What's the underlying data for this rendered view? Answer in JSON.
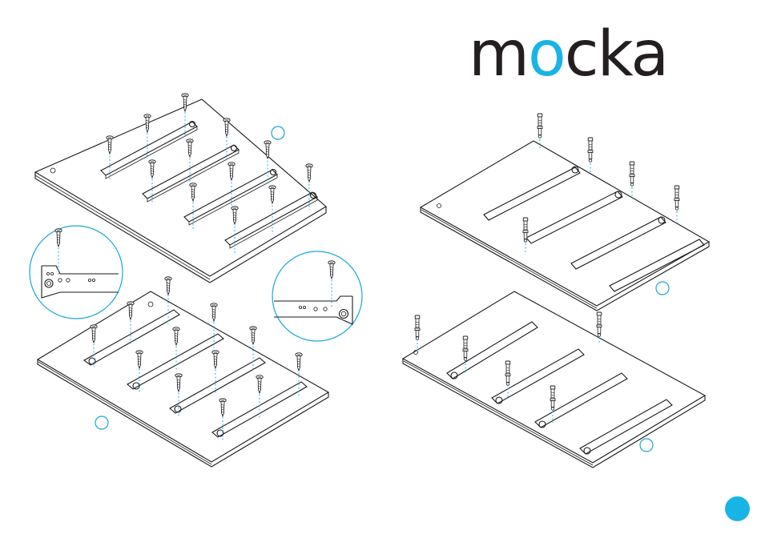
{
  "brand": {
    "logo_text_left": "m",
    "logo_text_o": "o",
    "logo_text_right": "cka",
    "color_text": "#231f20",
    "color_accent": "#19b4e6"
  },
  "guide_color": "#18a6d9",
  "icons": {
    "screw": "screw-icon",
    "cam-bolt": "cam-bolt-icon",
    "page-marker": "page-marker-dot"
  },
  "panels": [
    {
      "id": "panel-top-left",
      "rails": 4,
      "fastener": "screw"
    },
    {
      "id": "panel-bottom-left",
      "rails": 4,
      "fastener": "screw"
    },
    {
      "id": "panel-top-right",
      "rails": 4,
      "fastener": "cam-bolt"
    },
    {
      "id": "panel-bottom-right",
      "rails": 4,
      "fastener": "cam-bolt"
    }
  ],
  "callouts": [
    {
      "id": "detail-left",
      "fastener": "screw"
    },
    {
      "id": "detail-right",
      "fastener": "screw"
    }
  ]
}
